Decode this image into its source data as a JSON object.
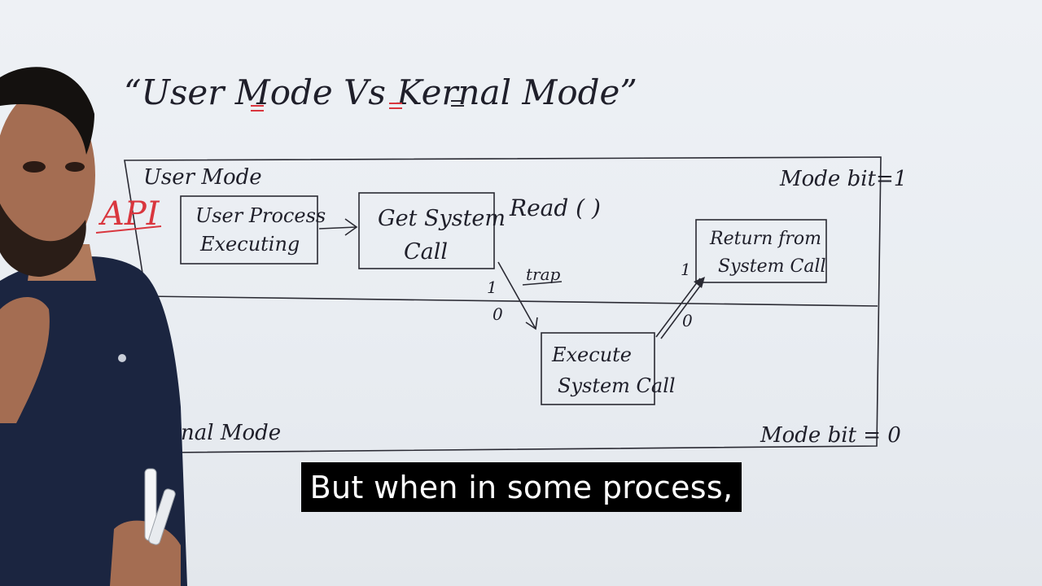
{
  "board": {
    "title": "“User Mode Vs Kernal Mode”",
    "user_mode_label": "User Mode",
    "mode_bit_user": "Mode bit=1",
    "kernel_mode_label": "nal Mode",
    "mode_bit_kernel": "Mode bit = 0",
    "api_label": "API",
    "read_label": "Read ( )",
    "trap_label": "trap",
    "boxes": {
      "user_process": [
        "User Process",
        "Executing"
      ],
      "get_system_call": [
        "Get System",
        "Call"
      ],
      "execute_system_call": [
        "Execute",
        "System Call"
      ],
      "return_from_system_call": [
        "Return from",
        "System Call"
      ]
    },
    "bit_marks": {
      "before_trap_user": "1",
      "before_trap_kernel": "0",
      "after_return_kernel": "0",
      "after_return_user": "1"
    }
  },
  "subtitle": {
    "text": "But when in some process,"
  },
  "colors": {
    "ink": "#2a2a33",
    "red_marker": "#d9363e",
    "caption_bg": "#000000",
    "caption_text": "#ffffff",
    "shirt": "#1b2540"
  }
}
